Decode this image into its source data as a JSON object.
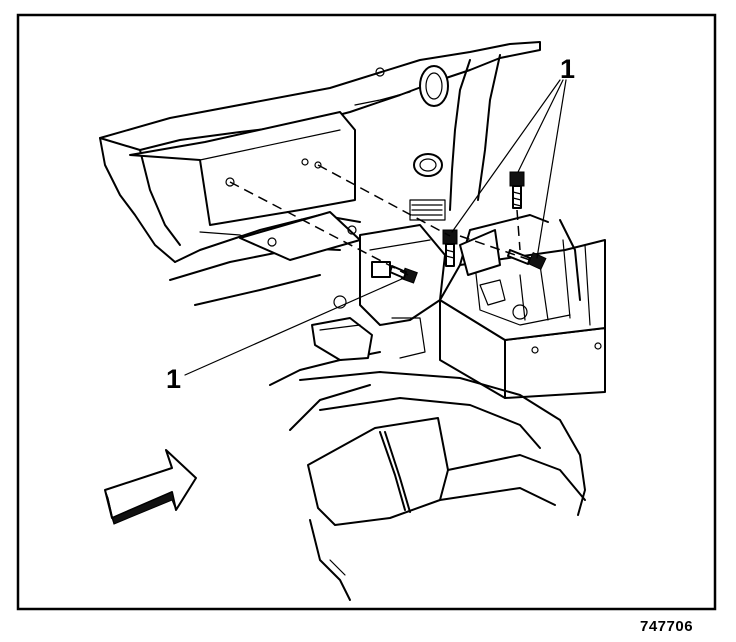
{
  "callouts": [
    {
      "label": "1"
    },
    {
      "label": "1"
    }
  ],
  "figure_number": "747706"
}
